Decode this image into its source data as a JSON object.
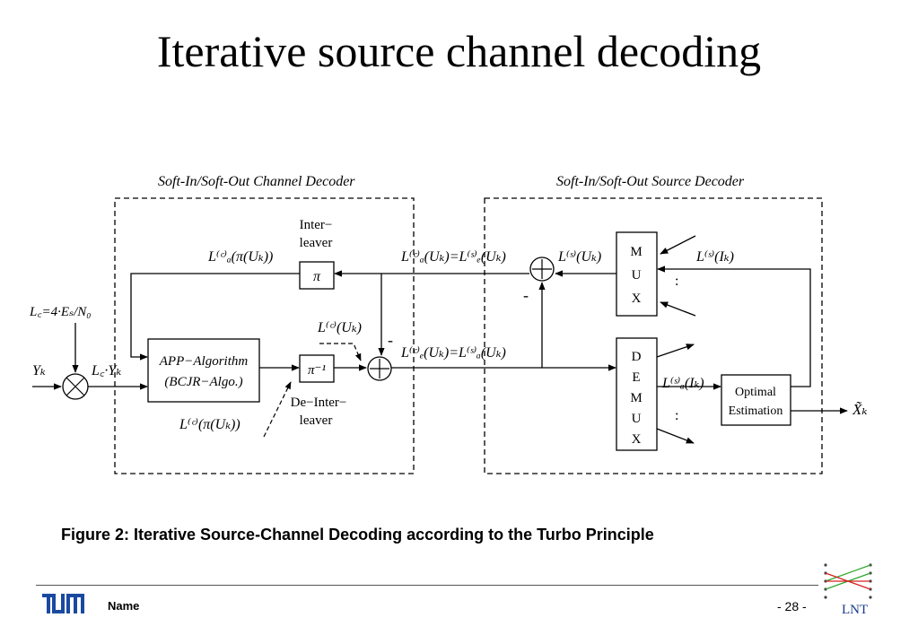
{
  "slide": {
    "title": "Iterative source channel decoding",
    "caption": "Figure 2: Iterative Source-Channel Decoding according to the Turbo Principle",
    "footer_name": "Name",
    "page_number": "- 28 -",
    "logo_left_text": "TUM",
    "logo_right_text": "LNT"
  },
  "diagram": {
    "channel_decoder_label": "Soft-In/Soft-Out Channel Decoder",
    "source_decoder_label": "Soft-In/Soft-Out Source Decoder",
    "interleaver_label_1": "Inter−",
    "interleaver_label_2": "leaver",
    "interleaver_symbol": "π",
    "deinterleaver_symbol": "π⁻¹",
    "deinterleaver_label_1": "De−Inter−",
    "deinterleaver_label_2": "leaver",
    "app_label_1": "APP−Algorithm",
    "app_label_2": "(BCJR−Algo.)",
    "mux_letters": [
      "M",
      "U",
      "X"
    ],
    "demux_letters": [
      "D",
      "E",
      "M",
      "U",
      "X"
    ],
    "optimal_1": "Optimal",
    "optimal_2": "Estimation",
    "input_yk": "Yₖ",
    "lc_formula": "L꜀=4·Eₛ/N₀",
    "lc_yk": "L꜀·Yₖ",
    "la_pi_top": "L⁽ᶜ⁾ₐ(π(Uₖ))",
    "la_eq_le_top": "L⁽ᶜ⁾ₐ(Uₖ)=L⁽ˢ⁾ₑ(Uₖ)",
    "ls_uk": "L⁽ˢ⁾(Uₖ)",
    "ls_ik": "L⁽ˢ⁾(Iₖ)",
    "lc_uk": "L⁽ᶜ⁾(Uₖ)",
    "le_eq_la_mid": "L⁽ᶜ⁾ₑ(Uₖ)=L⁽ˢ⁾ₐ(Uₖ)",
    "la_ik": "L⁽ˢ⁾ₐ(Iₖ)",
    "lc_pi_bottom": "L⁽ᶜ⁾(π(Uₖ))",
    "xk_hat": "X̃ₖ",
    "minus": "-",
    "dots": ":"
  }
}
